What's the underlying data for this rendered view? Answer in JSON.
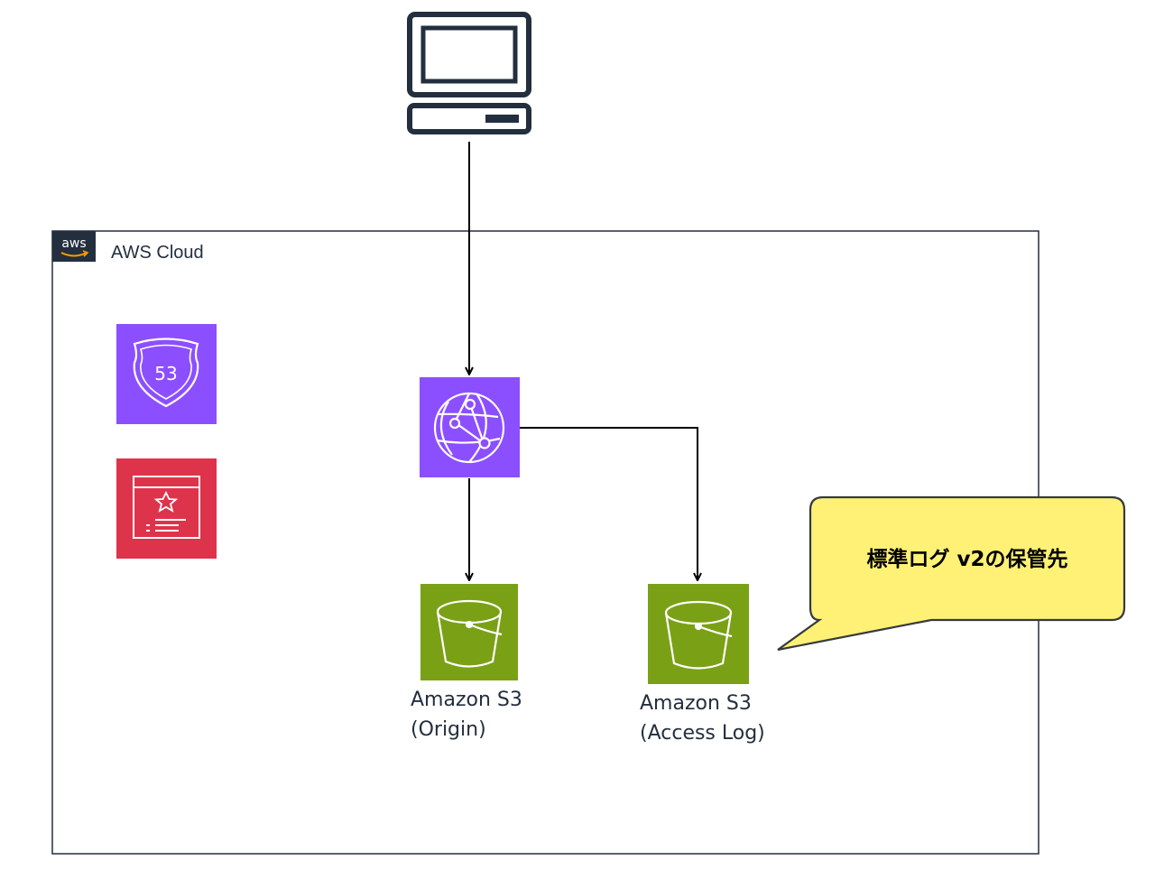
{
  "aws_group": {
    "logo_text": "aws",
    "label": "AWS Cloud",
    "border_color": "#232f3e"
  },
  "nodes": {
    "client": {
      "icon": "desktop-computer-icon",
      "color": "#232f3e"
    },
    "route53": {
      "icon": "route53-shield-icon",
      "shield_number": "53",
      "color": "#8c4fff"
    },
    "acm": {
      "icon": "certificate-manager-icon",
      "color": "#dd344c"
    },
    "cloudfront": {
      "icon": "cloudfront-globe-icon",
      "color": "#8c4fff"
    },
    "s3_origin": {
      "icon": "s3-bucket-icon",
      "color": "#7aa116",
      "label_line1": "Amazon S3",
      "label_line2": "(Origin)"
    },
    "s3_log": {
      "icon": "s3-bucket-icon",
      "color": "#7aa116",
      "label_line1": "Amazon S3",
      "label_line2": "(Access Log)"
    }
  },
  "callout": {
    "text": "標準ログ v2の保管先",
    "fill": "#fff176",
    "border": "#36393d"
  }
}
